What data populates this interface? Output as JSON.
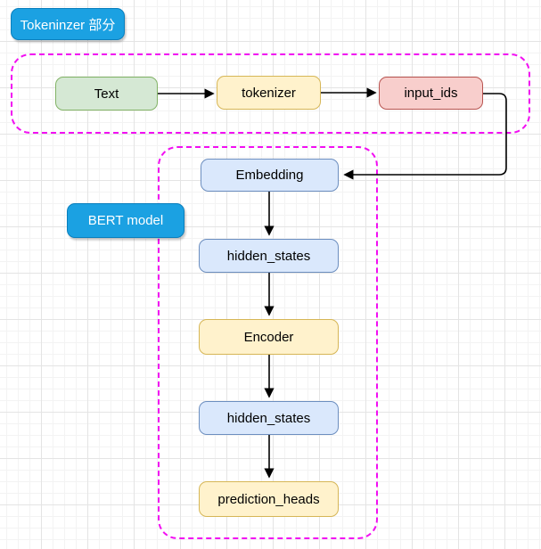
{
  "sections": {
    "tokenizer": {
      "title": "Tokeninzer 部分"
    },
    "bert": {
      "title": "BERT model"
    }
  },
  "tokenizer_flow": {
    "nodes": [
      {
        "label": "Text"
      },
      {
        "label": "tokenizer"
      },
      {
        "label": "input_ids"
      }
    ]
  },
  "bert_flow": {
    "nodes": [
      {
        "label": "Embedding"
      },
      {
        "label": "hidden_states"
      },
      {
        "label": "Encoder"
      },
      {
        "label": "hidden_states"
      },
      {
        "label": "prediction_heads"
      }
    ]
  },
  "colors": {
    "section_label_bg": "#1ba1e2",
    "section_label_border": "#0a7fbd",
    "section_label_text": "#ffffff",
    "container_border": "#f20ff2",
    "node_green_bg": "#d5e8d4",
    "node_green_border": "#82b366",
    "node_yellow_bg": "#fff2cc",
    "node_yellow_border": "#d6b656",
    "node_red_bg": "#f8cecc",
    "node_red_border": "#b85450",
    "node_blue_bg": "#dae8fc",
    "node_blue_border": "#6c8ebf",
    "arrow": "#000000"
  }
}
